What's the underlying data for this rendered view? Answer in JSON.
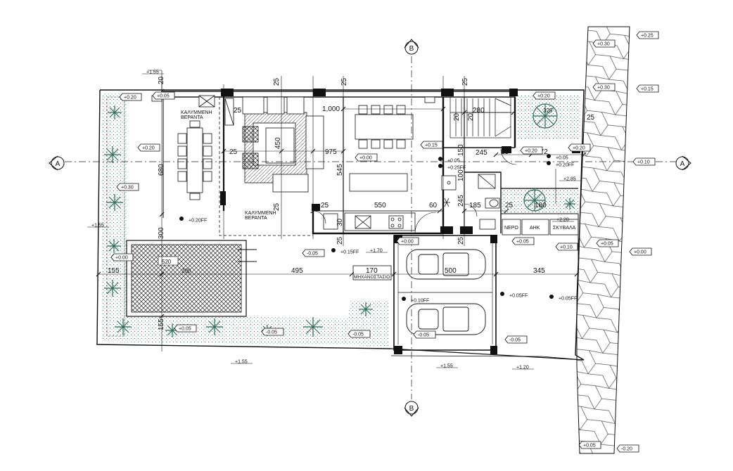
{
  "sections": {
    "b_top": "B",
    "b_bottom": "B",
    "a_left": "A",
    "a_right": "A"
  },
  "rooms": {
    "covered_veranda_top": "ΚΑΛΥΜΜΕΝΗ\nΒΕΡΑΝΤΑ",
    "covered_veranda_bottom": "ΚΑΛΥΜΜΕΝΗ\nΒΕΡΑΝΤΑ",
    "water": "ΝΕΡΟ",
    "electricity": "ΑΗΚ",
    "garbage": "ΣΚΥΒΑΛΑ",
    "machine_room": "ΜΗΧΑΝΟΣΤΑΣΙΟ"
  },
  "levels": {
    "ext_top_1": "+0.25",
    "ext_top_2": "+0.30",
    "ext_top_3": "+0.30",
    "ext_top_4": "+0.15",
    "ext_right_1": "+0.10",
    "ext_right_2": "+0.05",
    "ext_right_3": "+0.00",
    "ext_bottom_1": "+0.05",
    "ext_bottom_2": "-0.20",
    "garden_1": "+0.20",
    "garden_2": "+0.05",
    "garden_3": "+0.20",
    "garden_4": "+0.30",
    "garden_5": "+0.00",
    "floor_1": "+0.20FF",
    "floor_2": "+0.00",
    "floor_3": "+0.15",
    "floor_4": "+0.05",
    "floor_5": "+0.25FF",
    "floor_6": "+0.20",
    "floor_7": "+0.20FF",
    "floor_8": "+0.05",
    "floor_9": "+0.20",
    "stair_1": "+0.20",
    "roof_garden": "+2.85",
    "roof_2": "+2.20",
    "yard_1": "-0.05",
    "yard_2": "+0.15FF",
    "yard_3": "+1.70",
    "parking_1": "+0.00",
    "parking_2": "+0.10FF",
    "parking_3": "-0.05",
    "parking_4": "-0.05",
    "side_1": "+0.05",
    "side_2": "+0.10",
    "side_3": "+0.05FF",
    "side_4": "+0.05FF",
    "south_1": "+0.05",
    "south_2": "-0.05",
    "south_3": "-0.05",
    "boundary_1": "+1.55",
    "boundary_2": "+1.55",
    "boundary_3": "+1.55",
    "boundary_4": "+1.55",
    "boundary_5": "+1.20"
  },
  "dims": {
    "d20": "20",
    "d25a": "25",
    "d25b": "25",
    "d25c": "25",
    "d25d": "25",
    "d25e": "25",
    "d25f": "25",
    "d25g": "25",
    "d25h": "25",
    "d25i": "25",
    "d25j": "25",
    "d1000": "1,000",
    "d280": "280",
    "d450": "450",
    "d975": "975",
    "d680": "680",
    "d545": "545",
    "d550": "550",
    "d60": "60",
    "d30": "30",
    "d300": "300",
    "d155a": "155",
    "d155b": "155",
    "d495": "495",
    "d170": "170",
    "d500": "500",
    "d345": "345",
    "d245a": "245",
    "d245b": "245",
    "d372": "372",
    "d185": "185",
    "d150": "150",
    "d100": "100",
    "d180": "180",
    "d520": "520",
    "d200": "200",
    "d325": "325"
  }
}
